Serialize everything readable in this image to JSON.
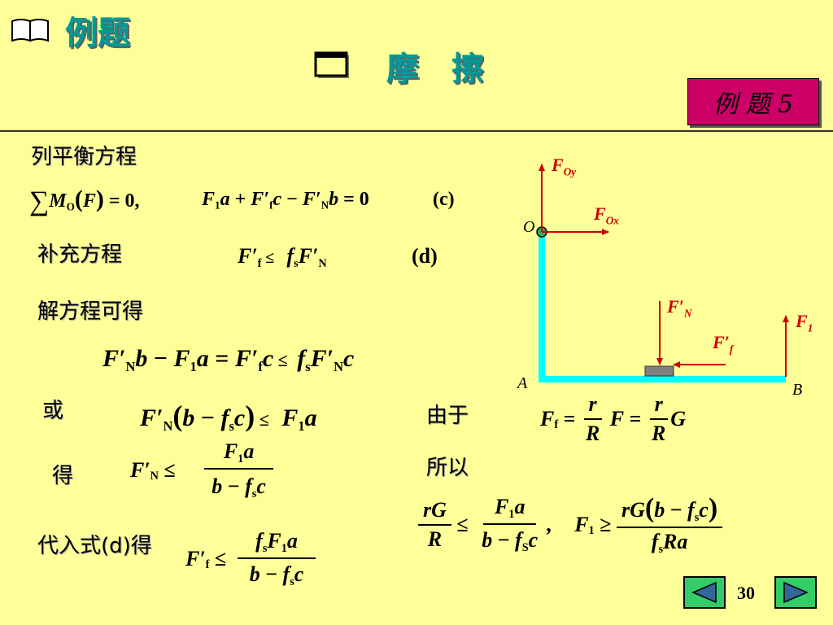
{
  "header": {
    "section_title": "例题",
    "topic_title": "摩　擦",
    "example_badge": "例 题 5",
    "colors": {
      "title": "#009999",
      "badge_bg": "#CC0066",
      "background": "#FFFF99"
    }
  },
  "equations": {
    "eq_c_label_text": "列平衡方程",
    "eq_c_tag": "(c)",
    "supplement_label": "补充方程",
    "eq_d_tag": "(d)",
    "solve_label": "解方程可得",
    "or_label": "或",
    "get_label": "得",
    "substitute_label": "代入式(d)得",
    "because_label": "由于",
    "therefore_label": "所以"
  },
  "diagram": {
    "labels": {
      "O": "O",
      "A": "A",
      "B": "B",
      "FOy": "F",
      "FOy_sub": "Oy",
      "FOx": "F",
      "FOx_sub": "Ox",
      "FN": "F′",
      "FN_sub": "N",
      "Ff": "F′",
      "Ff_sub": "f",
      "F1": "F",
      "F1_sub": "1"
    },
    "colors": {
      "frame": "#00FFFF",
      "force": "#CC0000",
      "block": "#808080"
    }
  },
  "nav": {
    "page_number": "30",
    "prev_icon": "triangle-left-icon",
    "next_icon": "triangle-right-icon",
    "button_color": "#33CC66"
  }
}
